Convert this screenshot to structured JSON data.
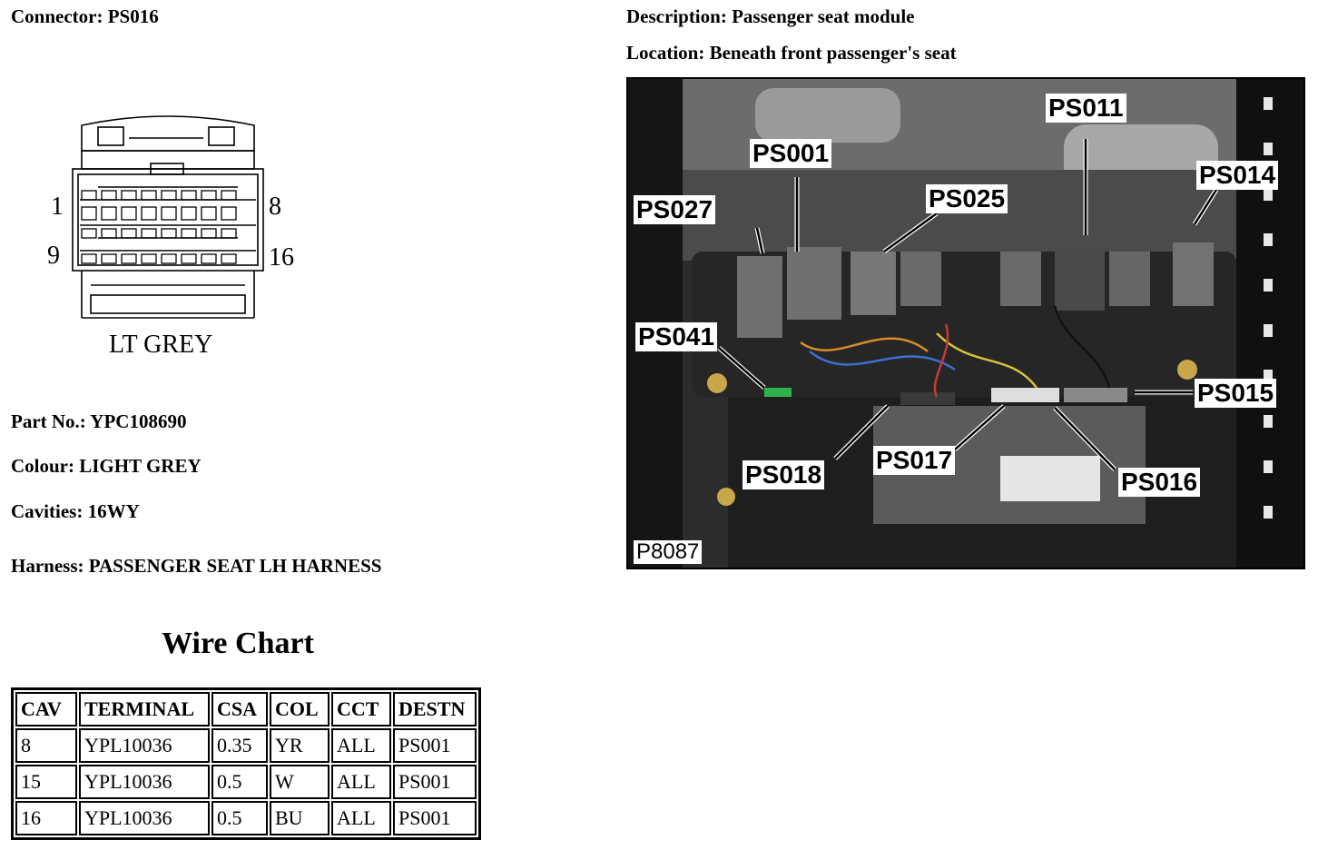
{
  "connector": {
    "label": "Connector:",
    "value": "PS016"
  },
  "description": {
    "label": "Description:",
    "value": "Passenger seat module"
  },
  "location": {
    "label": "Location:",
    "value": "Beneath front passenger's seat"
  },
  "part_no": {
    "label": "Part No.:",
    "value": "YPC108690"
  },
  "colour": {
    "label": "Colour:",
    "value": "LIGHT GREY"
  },
  "cavities": {
    "label": "Cavities:",
    "value": "16WY"
  },
  "harness": {
    "label": "Harness:",
    "value": "PASSENGER SEAT LH HARNESS"
  },
  "diagram": {
    "pin_1": "1",
    "pin_8": "8",
    "pin_9": "9",
    "pin_16": "16",
    "colour_text": "LT GREY"
  },
  "wire_chart": {
    "title": "Wire Chart",
    "headers": [
      "CAV",
      "TERMINAL",
      "CSA",
      "COL",
      "CCT",
      "DESTN"
    ],
    "rows": [
      [
        "8",
        "YPL10036",
        "0.35",
        "YR",
        "ALL",
        "PS001"
      ],
      [
        "15",
        "YPL10036",
        "0.5",
        "W",
        "ALL",
        "PS001"
      ],
      [
        "16",
        "YPL10036",
        "0.5",
        "BU",
        "ALL",
        "PS001"
      ]
    ]
  },
  "photo": {
    "id": "P8087",
    "labels": [
      "PS011",
      "PS001",
      "PS014",
      "PS027",
      "PS025",
      "PS041",
      "PS015",
      "PS018",
      "PS017",
      "PS016"
    ]
  }
}
